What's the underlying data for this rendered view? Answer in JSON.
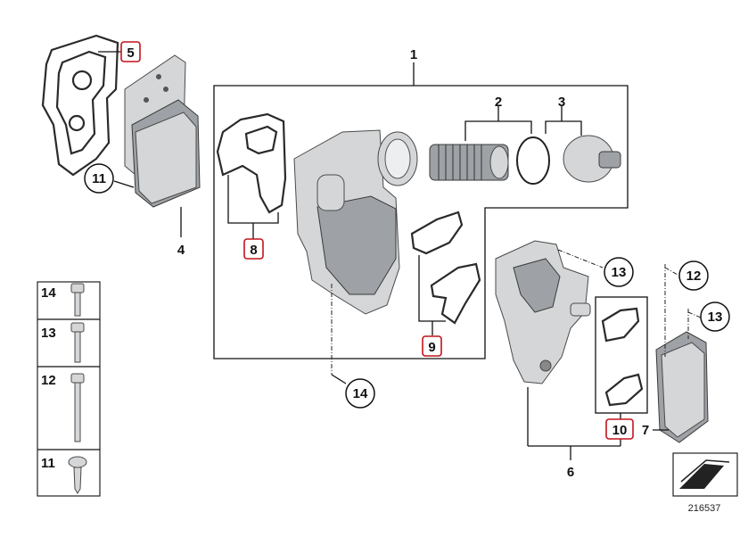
{
  "diagram": {
    "callouts": {
      "p1": "1",
      "p2": "2",
      "p3": "3",
      "p4": "4",
      "p5": "5",
      "p6": "6",
      "p7": "7",
      "p8": "8",
      "p9": "9",
      "p10": "10",
      "p11": "11",
      "p12": "12",
      "p13a": "13",
      "p13b": "13",
      "p14": "14"
    },
    "fastener_table": [
      {
        "label": "14"
      },
      {
        "label": "13"
      },
      {
        "label": "12"
      },
      {
        "label": "11"
      }
    ],
    "diagram_number": "216537",
    "colors": {
      "highlight_box": "#c0141c",
      "part_fill": "#d4d6d8",
      "line": "#111111"
    }
  }
}
